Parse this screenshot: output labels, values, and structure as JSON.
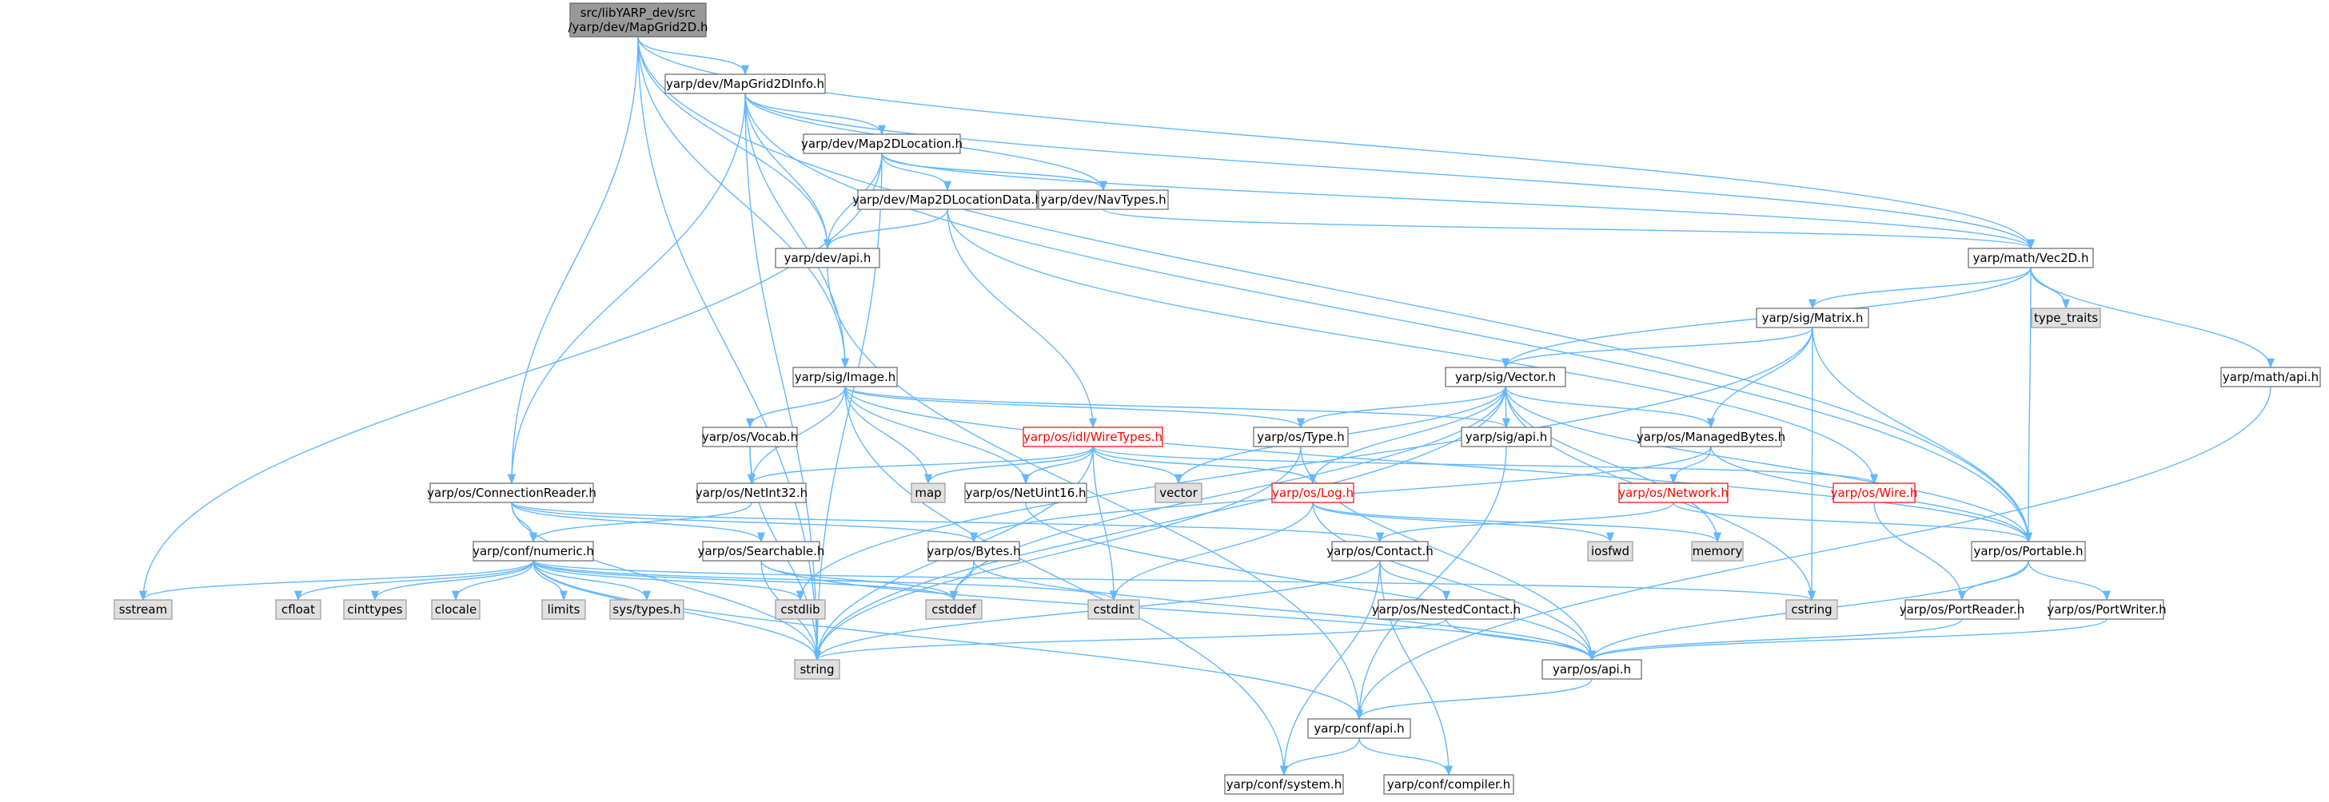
{
  "colors": {
    "edge": "#63b8ff",
    "node_fill": "#ffffff",
    "node_stroke": "#666666",
    "root_fill": "#999999",
    "root_stroke": "#666666",
    "external_fill": "#e0e0e0",
    "external_stroke": "#999999",
    "highlight_stroke": "#ff0000",
    "text": "#000000",
    "highlight_text": "#ff0000"
  },
  "nodes": [
    {
      "id": "root",
      "lines": [
        "src/libYARP_dev/src",
        "/yarp/dev/MapGrid2D.h"
      ],
      "kind": "root"
    },
    {
      "id": "mapgrid2dinfo",
      "lines": [
        "yarp/dev/MapGrid2DInfo.h"
      ],
      "kind": "normal"
    },
    {
      "id": "map2dlocation",
      "lines": [
        "yarp/dev/Map2DLocation.h"
      ],
      "kind": "normal"
    },
    {
      "id": "map2dlocationdata",
      "lines": [
        "yarp/dev/Map2DLocationData.h"
      ],
      "kind": "normal"
    },
    {
      "id": "navtypes",
      "lines": [
        "yarp/dev/NavTypes.h"
      ],
      "kind": "normal"
    },
    {
      "id": "devapi",
      "lines": [
        "yarp/dev/api.h"
      ],
      "kind": "normal"
    },
    {
      "id": "vec2d",
      "lines": [
        "yarp/math/Vec2D.h"
      ],
      "kind": "normal"
    },
    {
      "id": "matrix",
      "lines": [
        "yarp/sig/Matrix.h"
      ],
      "kind": "normal"
    },
    {
      "id": "typetraits",
      "lines": [
        "type_traits"
      ],
      "kind": "external"
    },
    {
      "id": "mathapi",
      "lines": [
        "yarp/math/api.h"
      ],
      "kind": "normal"
    },
    {
      "id": "image",
      "lines": [
        "yarp/sig/Image.h"
      ],
      "kind": "normal"
    },
    {
      "id": "vector",
      "lines": [
        "yarp/sig/Vector.h"
      ],
      "kind": "normal"
    },
    {
      "id": "vocab",
      "lines": [
        "yarp/os/Vocab.h"
      ],
      "kind": "normal"
    },
    {
      "id": "wiretypes",
      "lines": [
        "yarp/os/idl/WireTypes.h"
      ],
      "kind": "highlight"
    },
    {
      "id": "ostype",
      "lines": [
        "yarp/os/Type.h"
      ],
      "kind": "normal"
    },
    {
      "id": "sigapi",
      "lines": [
        "yarp/sig/api.h"
      ],
      "kind": "normal"
    },
    {
      "id": "managedbytes",
      "lines": [
        "yarp/os/ManagedBytes.h"
      ],
      "kind": "normal"
    },
    {
      "id": "connreader",
      "lines": [
        "yarp/os/ConnectionReader.h"
      ],
      "kind": "normal"
    },
    {
      "id": "netint32",
      "lines": [
        "yarp/os/NetInt32.h"
      ],
      "kind": "normal"
    },
    {
      "id": "map",
      "lines": [
        "map"
      ],
      "kind": "external"
    },
    {
      "id": "netuint16",
      "lines": [
        "yarp/os/NetUint16.h"
      ],
      "kind": "normal"
    },
    {
      "id": "vectorstd",
      "lines": [
        "vector"
      ],
      "kind": "external"
    },
    {
      "id": "oslog",
      "lines": [
        "yarp/os/Log.h"
      ],
      "kind": "highlight"
    },
    {
      "id": "network",
      "lines": [
        "yarp/os/Network.h"
      ],
      "kind": "highlight"
    },
    {
      "id": "wire",
      "lines": [
        "yarp/os/Wire.h"
      ],
      "kind": "highlight"
    },
    {
      "id": "numeric",
      "lines": [
        "yarp/conf/numeric.h"
      ],
      "kind": "normal"
    },
    {
      "id": "searchable",
      "lines": [
        "yarp/os/Searchable.h"
      ],
      "kind": "normal"
    },
    {
      "id": "bytes",
      "lines": [
        "yarp/os/Bytes.h"
      ],
      "kind": "normal"
    },
    {
      "id": "contact",
      "lines": [
        "yarp/os/Contact.h"
      ],
      "kind": "normal"
    },
    {
      "id": "iosfwd",
      "lines": [
        "iosfwd"
      ],
      "kind": "external"
    },
    {
      "id": "memory",
      "lines": [
        "memory"
      ],
      "kind": "external"
    },
    {
      "id": "portable",
      "lines": [
        "yarp/os/Portable.h"
      ],
      "kind": "normal"
    },
    {
      "id": "sstream",
      "lines": [
        "sstream"
      ],
      "kind": "external"
    },
    {
      "id": "cfloat",
      "lines": [
        "cfloat"
      ],
      "kind": "external"
    },
    {
      "id": "cinttypes",
      "lines": [
        "cinttypes"
      ],
      "kind": "external"
    },
    {
      "id": "clocale",
      "lines": [
        "clocale"
      ],
      "kind": "external"
    },
    {
      "id": "limits",
      "lines": [
        "limits"
      ],
      "kind": "external"
    },
    {
      "id": "systypes",
      "lines": [
        "sys/types.h"
      ],
      "kind": "external"
    },
    {
      "id": "cstdlib",
      "lines": [
        "cstdlib"
      ],
      "kind": "external"
    },
    {
      "id": "cstddef",
      "lines": [
        "cstddef"
      ],
      "kind": "external"
    },
    {
      "id": "cstdint",
      "lines": [
        "cstdint"
      ],
      "kind": "external"
    },
    {
      "id": "cstring",
      "lines": [
        "cstring"
      ],
      "kind": "external"
    },
    {
      "id": "nestedcontact",
      "lines": [
        "yarp/os/NestedContact.h"
      ],
      "kind": "normal"
    },
    {
      "id": "portreader",
      "lines": [
        "yarp/os/PortReader.h"
      ],
      "kind": "normal"
    },
    {
      "id": "portwriter",
      "lines": [
        "yarp/os/PortWriter.h"
      ],
      "kind": "normal"
    },
    {
      "id": "string",
      "lines": [
        "string"
      ],
      "kind": "external"
    },
    {
      "id": "osapi",
      "lines": [
        "yarp/os/api.h"
      ],
      "kind": "normal"
    },
    {
      "id": "confapi",
      "lines": [
        "yarp/conf/api.h"
      ],
      "kind": "normal"
    },
    {
      "id": "system",
      "lines": [
        "yarp/conf/system.h"
      ],
      "kind": "normal"
    },
    {
      "id": "compiler",
      "lines": [
        "yarp/conf/compiler.h"
      ],
      "kind": "normal"
    }
  ],
  "edges": [
    [
      "root",
      "mapgrid2dinfo"
    ],
    [
      "root",
      "devapi"
    ],
    [
      "root",
      "vec2d"
    ],
    [
      "root",
      "image"
    ],
    [
      "root",
      "connreader"
    ],
    [
      "root",
      "string"
    ],
    [
      "root",
      "portable"
    ],
    [
      "mapgrid2dinfo",
      "map2dlocation"
    ],
    [
      "mapgrid2dinfo",
      "devapi"
    ],
    [
      "mapgrid2dinfo",
      "navtypes"
    ],
    [
      "mapgrid2dinfo",
      "vec2d"
    ],
    [
      "mapgrid2dinfo",
      "image"
    ],
    [
      "mapgrid2dinfo",
      "connreader"
    ],
    [
      "mapgrid2dinfo",
      "string"
    ],
    [
      "mapgrid2dinfo",
      "portable"
    ],
    [
      "map2dlocation",
      "map2dlocationdata"
    ],
    [
      "map2dlocation",
      "navtypes"
    ],
    [
      "map2dlocation",
      "devapi"
    ],
    [
      "map2dlocation",
      "vec2d"
    ],
    [
      "map2dlocation",
      "sstream"
    ],
    [
      "map2dlocation",
      "string"
    ],
    [
      "map2dlocationdata",
      "devapi"
    ],
    [
      "map2dlocationdata",
      "wiretypes"
    ],
    [
      "map2dlocationdata",
      "wire"
    ],
    [
      "navtypes",
      "vec2d"
    ],
    [
      "devapi",
      "confapi"
    ],
    [
      "vec2d",
      "matrix"
    ],
    [
      "vec2d",
      "typetraits"
    ],
    [
      "vec2d",
      "mathapi"
    ],
    [
      "vec2d",
      "vector"
    ],
    [
      "vec2d",
      "portable"
    ],
    [
      "matrix",
      "vector"
    ],
    [
      "matrix",
      "managedbytes"
    ],
    [
      "matrix",
      "portable"
    ],
    [
      "matrix",
      "cstring"
    ],
    [
      "matrix",
      "cstdlib"
    ],
    [
      "mathapi",
      "confapi"
    ],
    [
      "image",
      "vocab"
    ],
    [
      "image",
      "map"
    ],
    [
      "image",
      "netint32"
    ],
    [
      "image",
      "netuint16"
    ],
    [
      "image",
      "ostype"
    ],
    [
      "image",
      "sigapi"
    ],
    [
      "image",
      "portable"
    ],
    [
      "image",
      "system"
    ],
    [
      "vector",
      "ostype"
    ],
    [
      "vector",
      "sigapi"
    ],
    [
      "vector",
      "managedbytes"
    ],
    [
      "vector",
      "oslog"
    ],
    [
      "vector",
      "portable"
    ],
    [
      "vector",
      "vectorstd"
    ],
    [
      "vector",
      "cstddef"
    ],
    [
      "vector",
      "string"
    ],
    [
      "vector",
      "cstring"
    ],
    [
      "vector",
      "memory"
    ],
    [
      "vocab",
      "netint32"
    ],
    [
      "vocab",
      "string"
    ],
    [
      "wiretypes",
      "netint32"
    ],
    [
      "wiretypes",
      "map"
    ],
    [
      "wiretypes",
      "netuint16"
    ],
    [
      "wiretypes",
      "vectorstd"
    ],
    [
      "wiretypes",
      "oslog"
    ],
    [
      "wiretypes",
      "wire"
    ],
    [
      "wiretypes",
      "string"
    ],
    [
      "wiretypes",
      "cstdint"
    ],
    [
      "ostype",
      "string"
    ],
    [
      "ostype",
      "osapi"
    ],
    [
      "sigapi",
      "confapi"
    ],
    [
      "managedbytes",
      "bytes"
    ],
    [
      "managedbytes",
      "network"
    ],
    [
      "managedbytes",
      "portable"
    ],
    [
      "connreader",
      "numeric"
    ],
    [
      "connreader",
      "searchable"
    ],
    [
      "connreader",
      "bytes"
    ],
    [
      "connreader",
      "contact"
    ],
    [
      "connreader",
      "string"
    ],
    [
      "netint32",
      "numeric"
    ],
    [
      "netuint16",
      "osapi"
    ],
    [
      "oslog",
      "iosfwd"
    ],
    [
      "oslog",
      "osapi"
    ],
    [
      "oslog",
      "cstdint"
    ],
    [
      "oslog",
      "memory"
    ],
    [
      "network",
      "contact"
    ],
    [
      "network",
      "portable"
    ],
    [
      "wire",
      "portreader"
    ],
    [
      "numeric",
      "sstream"
    ],
    [
      "numeric",
      "cfloat"
    ],
    [
      "numeric",
      "cinttypes"
    ],
    [
      "numeric",
      "clocale"
    ],
    [
      "numeric",
      "limits"
    ],
    [
      "numeric",
      "systypes"
    ],
    [
      "numeric",
      "cstdlib"
    ],
    [
      "numeric",
      "cstddef"
    ],
    [
      "numeric",
      "cstdint"
    ],
    [
      "numeric",
      "cstring"
    ],
    [
      "numeric",
      "string"
    ],
    [
      "numeric",
      "confapi"
    ],
    [
      "searchable",
      "cstddef"
    ],
    [
      "searchable",
      "string"
    ],
    [
      "searchable",
      "osapi"
    ],
    [
      "bytes",
      "cstddef"
    ],
    [
      "bytes",
      "osapi"
    ],
    [
      "contact",
      "nestedcontact"
    ],
    [
      "contact",
      "string"
    ],
    [
      "contact",
      "system"
    ],
    [
      "contact",
      "compiler"
    ],
    [
      "portable",
      "portreader"
    ],
    [
      "portable",
      "portwriter"
    ],
    [
      "portable",
      "osapi"
    ],
    [
      "nestedcontact",
      "string"
    ],
    [
      "nestedcontact",
      "osapi"
    ],
    [
      "portreader",
      "osapi"
    ],
    [
      "portwriter",
      "osapi"
    ],
    [
      "osapi",
      "confapi"
    ],
    [
      "confapi",
      "system"
    ],
    [
      "confapi",
      "compiler"
    ]
  ]
}
